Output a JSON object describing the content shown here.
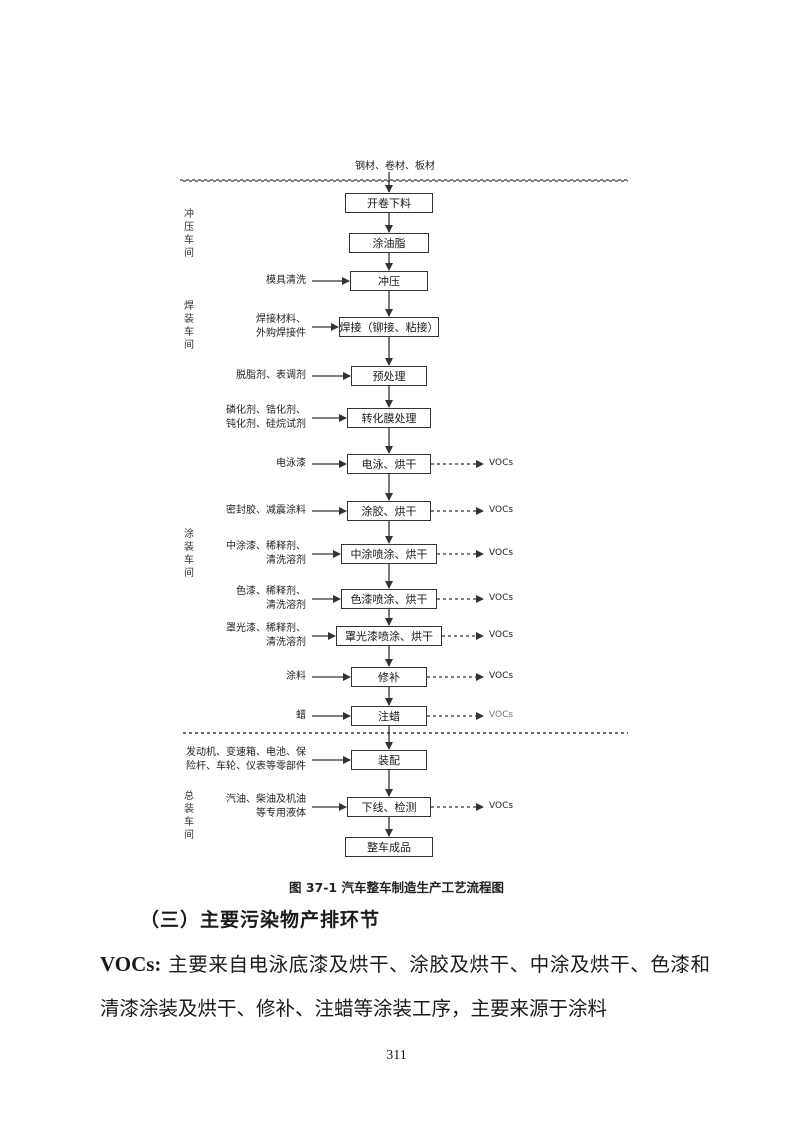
{
  "figure": {
    "input_label": "钢材、卷材、板材",
    "sections": [
      {
        "id": "stamping",
        "label": "冲压车间"
      },
      {
        "id": "welding",
        "label": "焊装车间"
      },
      {
        "id": "painting",
        "label": "涂装车间"
      },
      {
        "id": "assembly",
        "label": "总装车间"
      }
    ],
    "steps": [
      {
        "label": "开卷下料"
      },
      {
        "label": "涂油脂"
      },
      {
        "label": "冲压",
        "input": "模具清洗"
      },
      {
        "label": "焊接（铆接、粘接）",
        "input": "焊接材料、\n外购焊接件"
      },
      {
        "label": "预处理",
        "input": "脱脂剂、表调剂"
      },
      {
        "label": "转化膜处理",
        "input": "磷化剂、锆化剂、\n钝化剂、硅烷试剂"
      },
      {
        "label": "电泳、烘干",
        "input": "电泳漆",
        "output": "VOCs"
      },
      {
        "label": "涂胶、烘干",
        "input": "密封胶、减震涂料",
        "output": "VOCs"
      },
      {
        "label": "中涂喷涂、烘干",
        "input": "中涂漆、稀释剂、\n清洗溶剂",
        "output": "VOCs"
      },
      {
        "label": "色漆喷涂、烘干",
        "input": "色漆、稀释剂、\n清洗溶剂",
        "output": "VOCs"
      },
      {
        "label": "罩光漆喷涂、烘干",
        "input": "罩光漆、稀释剂、\n清洗溶剂",
        "output": "VOCs"
      },
      {
        "label": "修补",
        "input": "涂料",
        "output": "VOCs"
      },
      {
        "label": "注蜡",
        "input": "蜡",
        "output": "VOCs"
      },
      {
        "label": "装配",
        "input": "发动机、变速箱、电池、保\n险杆、车轮、仪表等零部件"
      },
      {
        "label": "下线、检测",
        "input": "汽油、柴油及机油\n等专用液体",
        "output": "VOCs"
      },
      {
        "label": "整车成品"
      }
    ],
    "caption": "图 37-1    汽车整车制造生产工艺流程图"
  },
  "section_heading": "（三）主要污染物产排环节",
  "paragraph": {
    "lead": "VOCs:",
    "text": " 主要来自电泳底漆及烘干、涂胶及烘干、中涂及烘干、色漆和清漆涂装及烘干、修补、注蜡等涂装工序，主要来源于涂料"
  },
  "page_number": "311"
}
